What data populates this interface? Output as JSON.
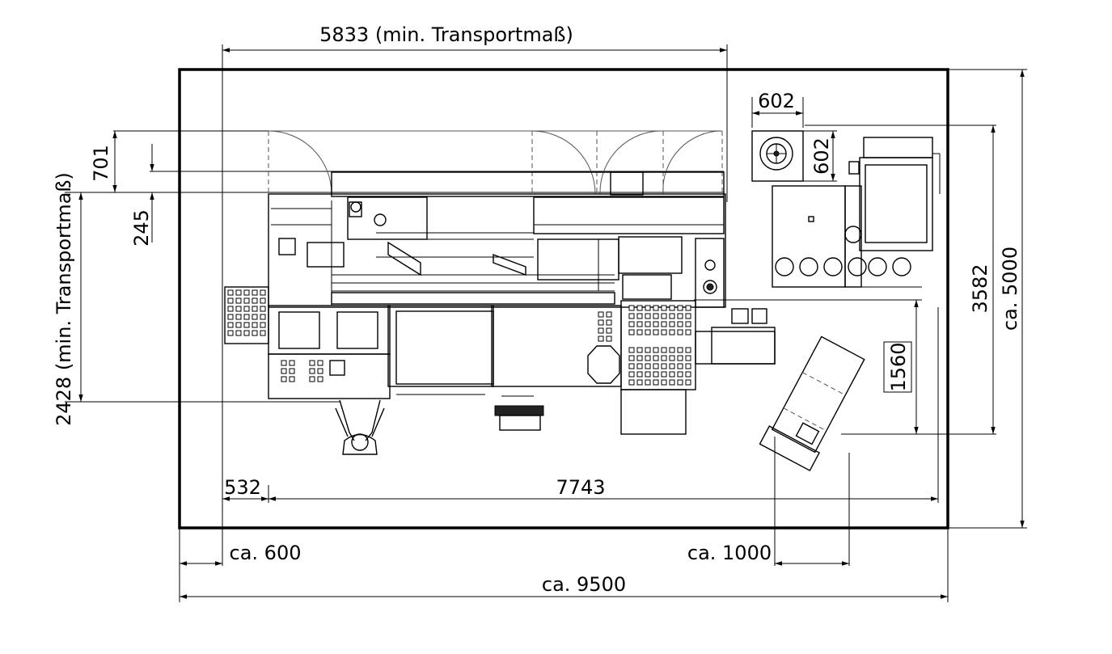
{
  "dimensions": {
    "top_length": "5833 (min. Transportmaß)",
    "left_width": "2428 (min. Transportmaß)",
    "d701": "701",
    "d245": "245",
    "d602_horizontal": "602",
    "d602_vertical": "602",
    "d3582": "3582",
    "total_depth": "ca. 5000",
    "d1560": "1560",
    "d532": "532",
    "d7743": "7743",
    "left_clearance": "ca. 600",
    "right_clearance": "ca. 1000",
    "total_length": "ca. 9500"
  }
}
